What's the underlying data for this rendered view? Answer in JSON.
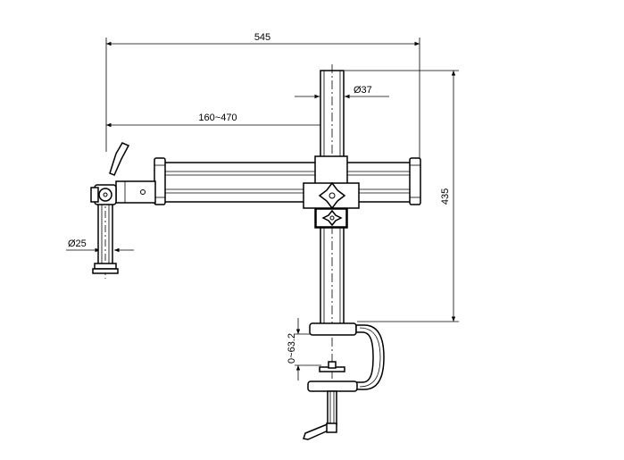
{
  "dimensions": {
    "overall_width": "545",
    "reach_range": "160~470",
    "column_diameter": "Ø37",
    "pivot_diameter": "Ø25",
    "height": "435",
    "clamp_range": "0~63.2"
  }
}
